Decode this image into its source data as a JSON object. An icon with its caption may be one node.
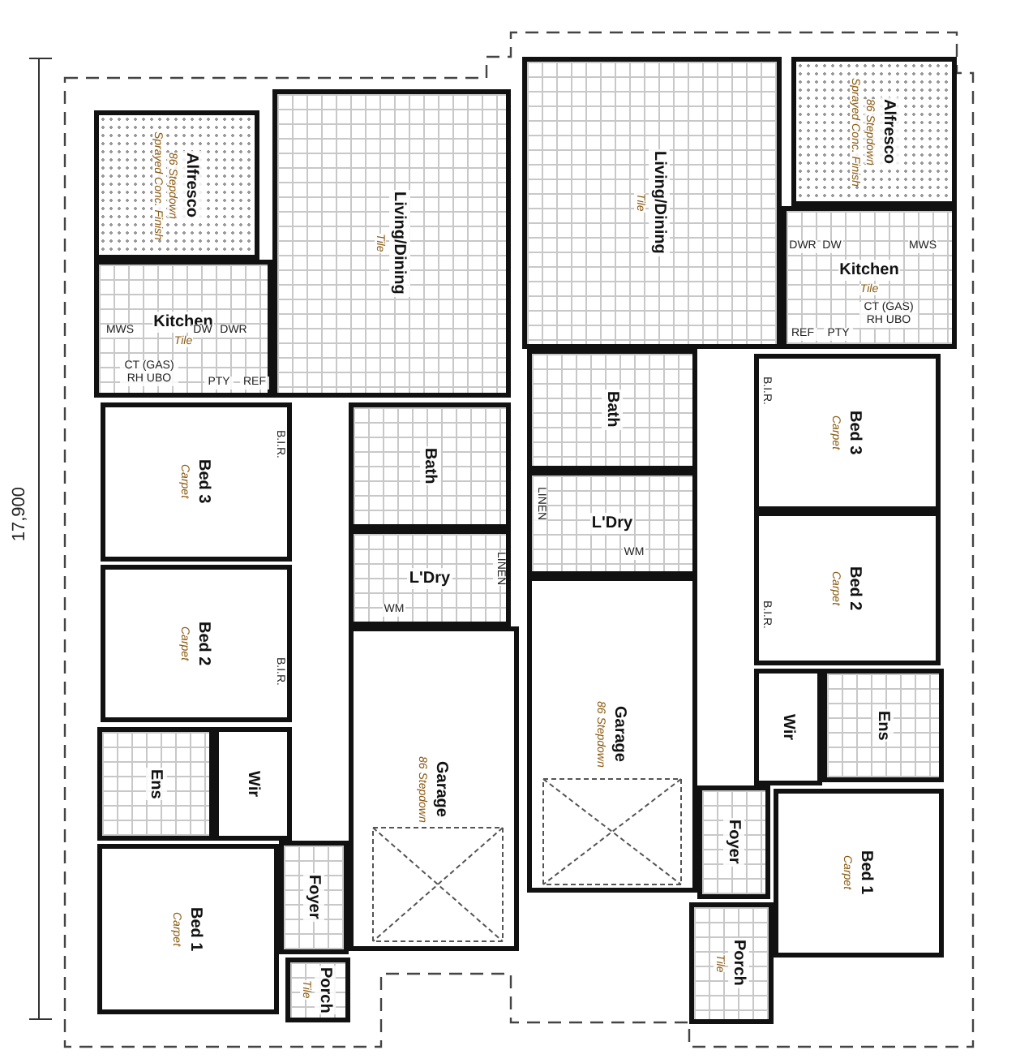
{
  "diagram": {
    "nodes": [
      {
        "text": [
          "Alfresco",
          "86 Stepdown",
          "Sprayed Conc. Finish"
        ]
      },
      {
        "text": [
          "Living/Dining",
          "Tile"
        ]
      },
      {
        "text": [
          "Kitchen",
          "Tile"
        ]
      },
      {
        "text": [
          "Bed 3",
          "Carpet"
        ]
      },
      {
        "text": [
          "Bed 2",
          "Carpet"
        ]
      },
      {
        "text": [
          "Bath"
        ]
      },
      {
        "text": [
          "L'Dry"
        ]
      },
      {
        "text": [
          "Ens"
        ]
      },
      {
        "text": [
          "Wir"
        ]
      },
      {
        "text": [
          "Garage",
          "86 Stepdown"
        ]
      },
      {
        "text": [
          "Foyer"
        ]
      },
      {
        "text": [
          "Bed 1",
          "Carpet"
        ]
      },
      {
        "text": [
          "Porch",
          "Tile"
        ]
      },
      {
        "text": [
          "Living/Dining",
          "Tile"
        ]
      },
      {
        "text": [
          "Alfresco",
          "86 Stepdown",
          "Sprayed Conc. Finish"
        ]
      },
      {
        "text": [
          "Kitchen",
          "Tile"
        ]
      },
      {
        "text": [
          "Bath"
        ]
      },
      {
        "text": [
          "L'Dry"
        ]
      },
      {
        "text": [
          "Garage",
          "86 Stepdown"
        ]
      },
      {
        "text": [
          "Bed 3",
          "Carpet"
        ]
      },
      {
        "text": [
          "Bed 2",
          "Carpet"
        ]
      },
      {
        "text": [
          "Wir"
        ]
      },
      {
        "text": [
          "Ens"
        ]
      },
      {
        "text": [
          "Foyer"
        ]
      },
      {
        "text": [
          "Bed 1",
          "Carpet"
        ]
      },
      {
        "text": [
          "Porch",
          "Tile"
        ]
      }
    ],
    "labels": [
      "17,900",
      "MWS",
      "DW",
      "DWR",
      "CT (GAS) RH UBO",
      "PTY",
      "REF",
      "B.I.R.",
      "B.I.R.",
      "WM",
      "LINEN",
      "DWR",
      "DW",
      "MWS",
      "CT (GAS) RH UBO",
      "REF",
      "PTY",
      "B.I.R.",
      "B.I.R.",
      "LINEN",
      "WM"
    ]
  }
}
